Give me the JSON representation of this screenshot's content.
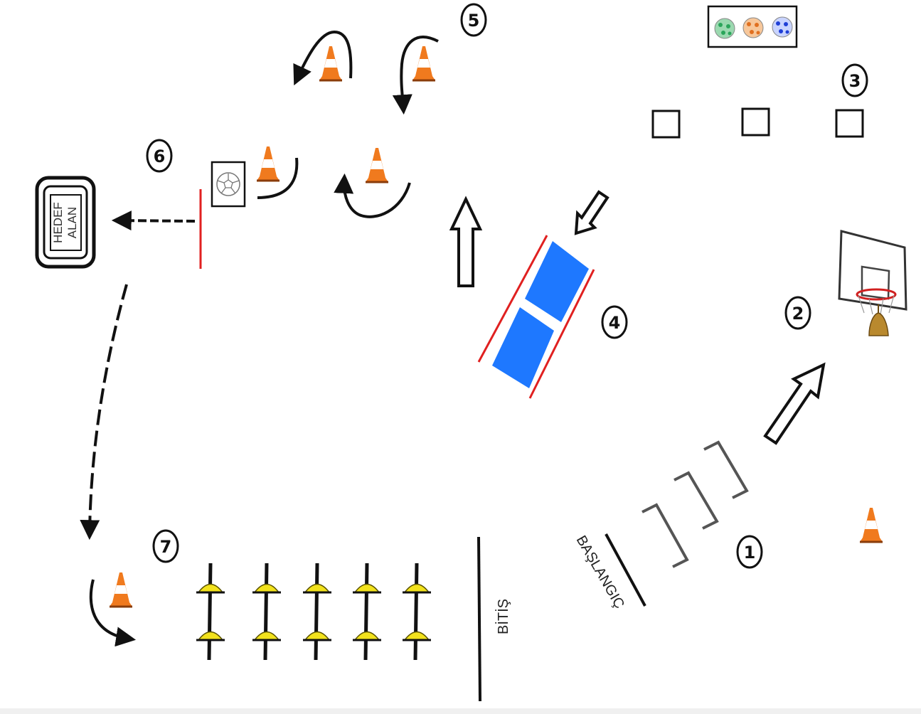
{
  "labels": {
    "target_line1": "HEDEF",
    "target_line2": "ALAN",
    "start": "BAŞLANGIÇ",
    "finish": "BİTİŞ"
  },
  "stations": {
    "s1": "1",
    "s2": "2",
    "s3": "3",
    "s4": "4",
    "s5": "5",
    "s6": "6",
    "s7": "7"
  },
  "colors": {
    "cone_orange": "#f07a1e",
    "mat_blue": "#1e78ff",
    "line_red": "#e02020",
    "marker_yellow": "#f2e21c",
    "ink": "#111111"
  },
  "icons": [
    "traffic-cone-icon",
    "ball-icon",
    "basketball-hoop-icon",
    "bell-icon",
    "arrow-icon",
    "hurdle-icon",
    "box-icon",
    "gym-mat-icon"
  ]
}
